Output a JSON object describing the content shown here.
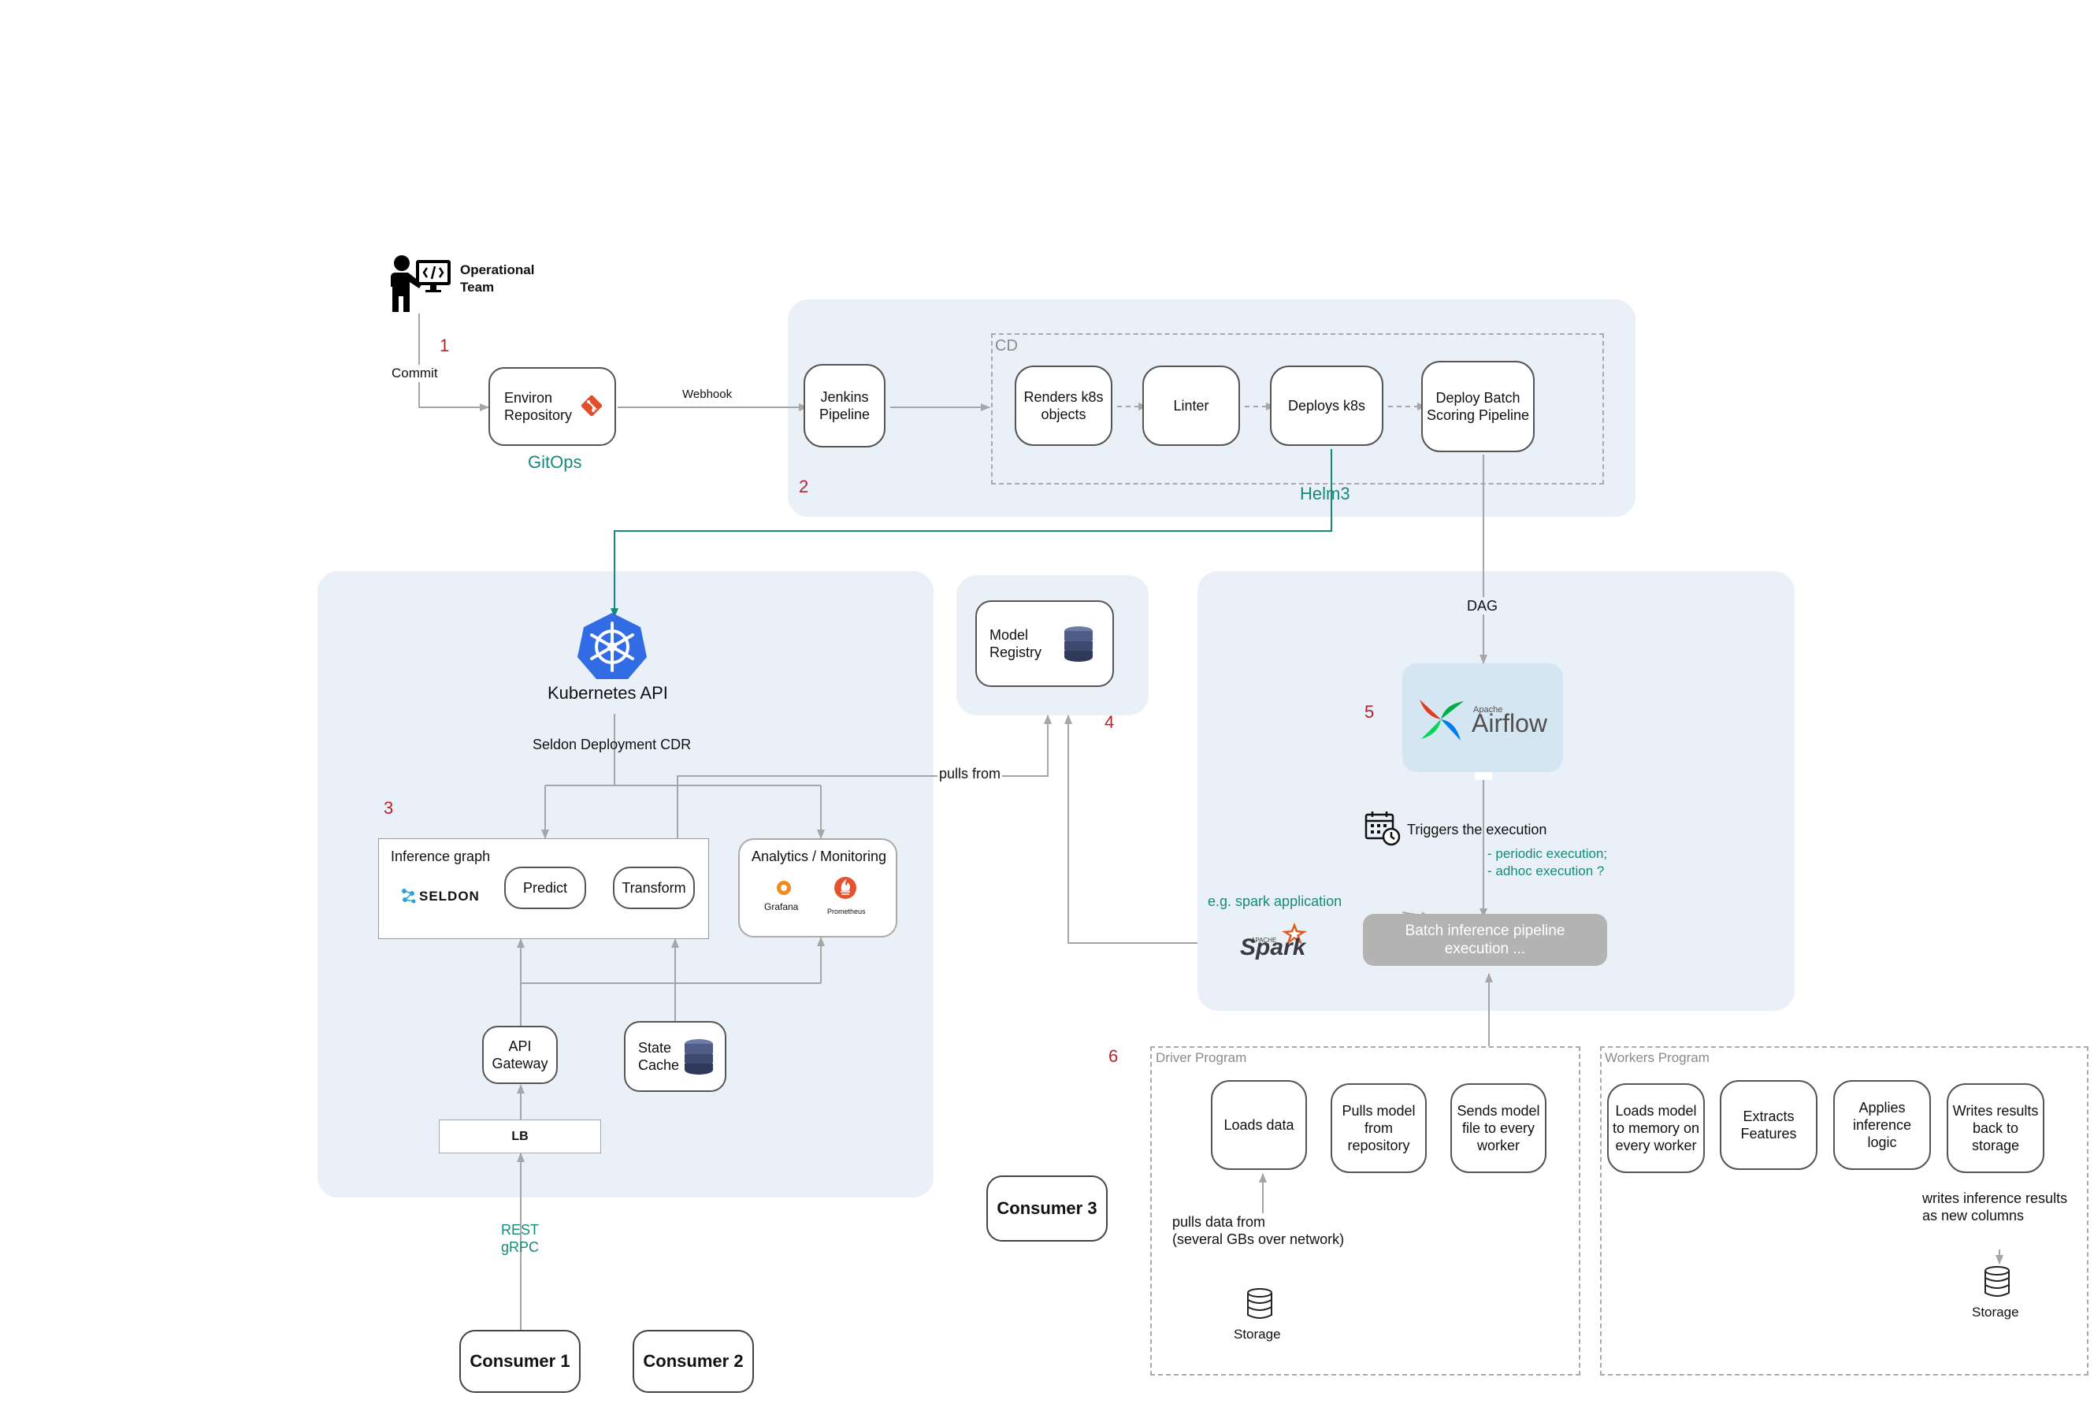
{
  "operational_team": {
    "label": "Operational\nTeam"
  },
  "steps": {
    "s1": "1",
    "s2": "2",
    "s3": "3",
    "s4": "4",
    "s5": "5",
    "s6": "6"
  },
  "gitops": {
    "commit": "Commit",
    "webhook": "Webhook",
    "environ_repo": "Environ\nRepository",
    "gitops_label": "GitOps"
  },
  "pipeline": {
    "jenkins": "Jenkins\nPipeline",
    "cd_label": "CD",
    "renders": "Renders k8s\nobjects",
    "linter": "Linter",
    "deploys": "Deploys k8s",
    "deploy_batch": "Deploy Batch\nScoring Pipeline",
    "helm": "Helm3"
  },
  "serving": {
    "k8s_api": "Kubernetes API",
    "seldon_cdr": "Seldon Deployment CDR",
    "inference_graph": "Inference graph",
    "seldon_logo": "SELDON",
    "predict": "Predict",
    "transform": "Transform",
    "analytics": "Analytics / Monitoring",
    "grafana": "Grafana",
    "prometheus": "Prometheus",
    "api_gateway": "API\nGateway",
    "state_cache": "State\nCache",
    "lb": "LB",
    "rest_grpc": "REST\ngRPC"
  },
  "registry": {
    "model_registry": "Model\nRegistry",
    "pulls_from": "pulls from"
  },
  "batch": {
    "dag": "DAG",
    "airflow_small": "Apache",
    "airflow": "Airflow",
    "triggers": "Triggers the execution",
    "modes": "- periodic execution;\n- adhoc execution ?",
    "spark_hint": "e.g. spark application",
    "spark_small": "APACHE",
    "spark": "Spark",
    "batch_exec": "Batch inference pipeline\nexecution ..."
  },
  "driver": {
    "title": "Driver Program",
    "loads_data": "Loads data",
    "pulls_model": "Pulls model\nfrom\nrepository",
    "sends_model": "Sends model\nfile to every\nworker",
    "pulls_data": "pulls data from\n(several GBs over network)",
    "storage": "Storage"
  },
  "workers": {
    "title": "Workers Program",
    "loads_model": "Loads model\nto memory on\nevery worker",
    "extracts": "Extracts\nFeatures",
    "applies": "Applies\ninference\nlogic",
    "writes": "Writes results\nback to\nstorage",
    "writes_note": "writes inference results\nas new columns",
    "storage": "Storage"
  },
  "consumers": {
    "c1": "Consumer 1",
    "c2": "Consumer 2",
    "c3": "Consumer 3"
  },
  "colors": {
    "panel": "#e9f0f8",
    "teal": "#168a7a",
    "red": "#b4222a",
    "k8s_blue": "#326ce5",
    "batch_exec": "#b3b3b3",
    "airflow_bg": "#d5e6f3"
  }
}
